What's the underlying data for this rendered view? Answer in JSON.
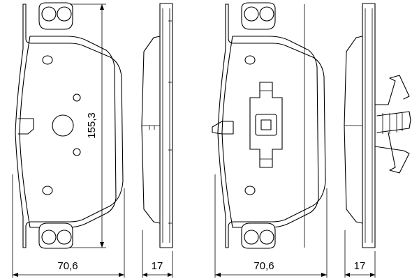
{
  "dimensions": {
    "width_front": "70,6",
    "height_front": "155,3",
    "thickness_front": "17",
    "width_back": "70,6",
    "thickness_back": "17"
  }
}
